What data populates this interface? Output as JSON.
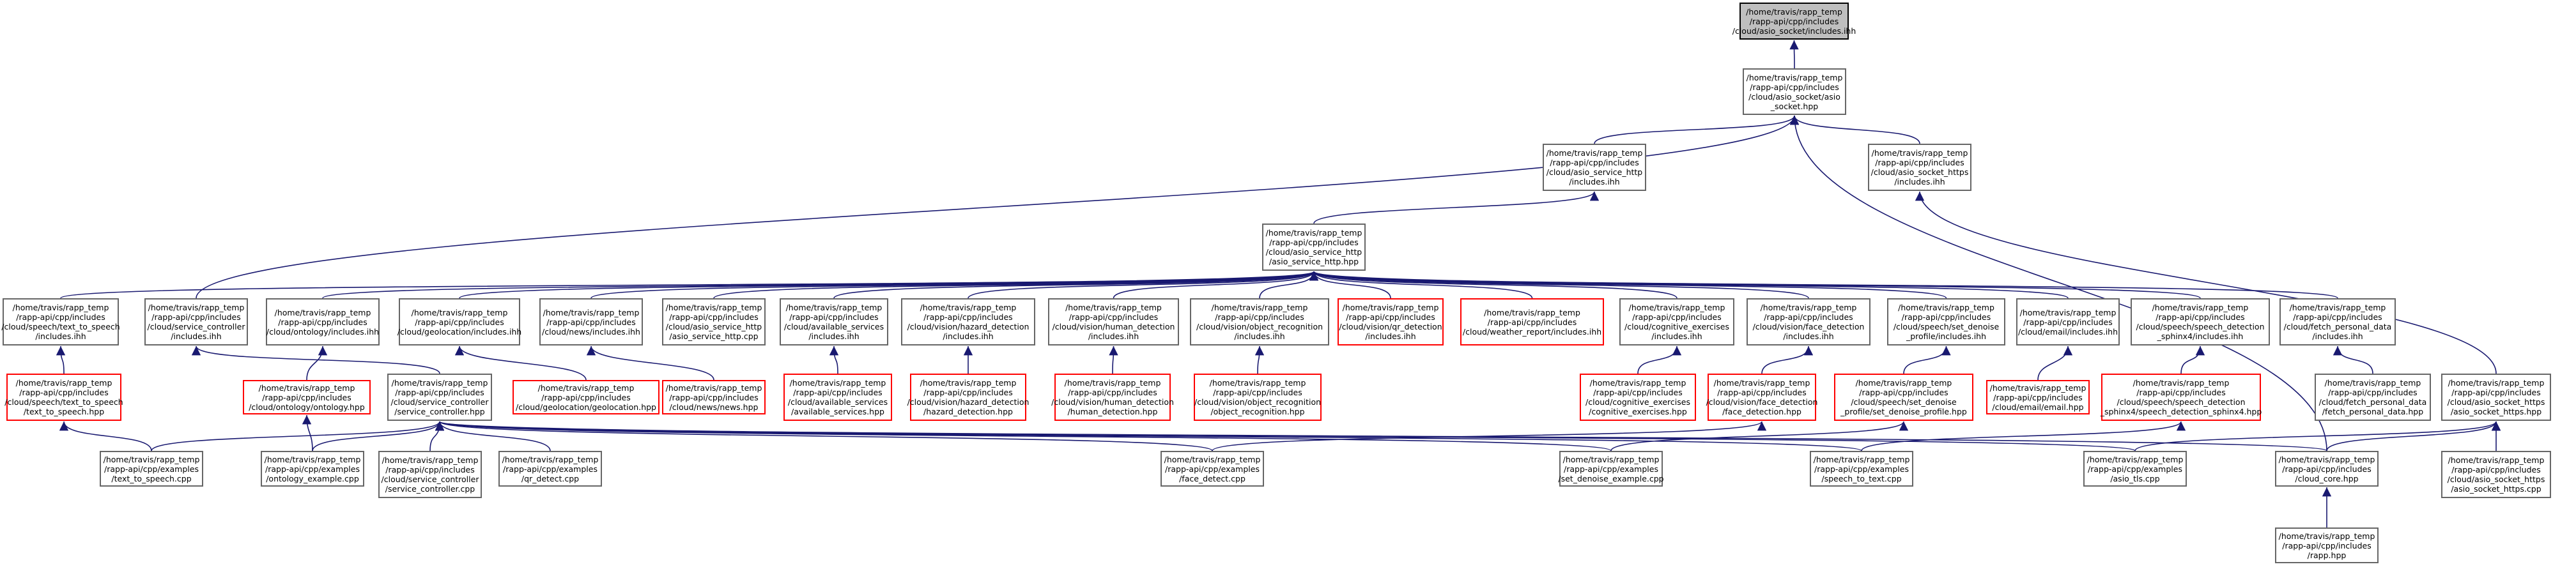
{
  "colors": {
    "edge": "#191970",
    "box_border": "#666666",
    "box_border_red": "#ff0000",
    "root_fill": "#bfbfbf"
  },
  "nodes": {
    "root": "/home/travis/rapp_temp\n/rapp-api/cpp/includes\n/cloud/asio_socket/includes.ihh",
    "asio_socket": "/home/travis/rapp_temp\n/rapp-api/cpp/includes\n/cloud/asio_socket/asio\n_socket.hpp",
    "asio_service_http_inc": "/home/travis/rapp_temp\n/rapp-api/cpp/includes\n/cloud/asio_service_http\n/includes.ihh",
    "asio_socket_https_inc": "/home/travis/rapp_temp\n/rapp-api/cpp/includes\n/cloud/asio_socket_https\n/includes.ihh",
    "asio_service_http": "/home/travis/rapp_temp\n/rapp-api/cpp/includes\n/cloud/asio_service_http\n/asio_service_http.hpp",
    "tts_inc": "/home/travis/rapp_temp\n/rapp-api/cpp/includes\n/cloud/speech/text_to_speech\n/includes.ihh",
    "service_controller_inc": "/home/travis/rapp_temp\n/rapp-api/cpp/includes\n/cloud/service_controller\n/includes.ihh",
    "ontology_inc": "/home/travis/rapp_temp\n/rapp-api/cpp/includes\n/cloud/ontology/includes.ihh",
    "geolocation_inc": "/home/travis/rapp_temp\n/rapp-api/cpp/includes\n/cloud/geolocation/includes.ihh",
    "news_inc": "/home/travis/rapp_temp\n/rapp-api/cpp/includes\n/cloud/news/includes.ihh",
    "asio_service_http_cpp": "/home/travis/rapp_temp\n/rapp-api/cpp/includes\n/cloud/asio_service_http\n/asio_service_http.cpp",
    "available_services_inc": "/home/travis/rapp_temp\n/rapp-api/cpp/includes\n/cloud/available_services\n/includes.ihh",
    "hazard_inc": "/home/travis/rapp_temp\n/rapp-api/cpp/includes\n/cloud/vision/hazard_detection\n/includes.ihh",
    "human_inc": "/home/travis/rapp_temp\n/rapp-api/cpp/includes\n/cloud/vision/human_detection\n/includes.ihh",
    "object_inc": "/home/travis/rapp_temp\n/rapp-api/cpp/includes\n/cloud/vision/object_recognition\n/includes.ihh",
    "qr_inc": "/home/travis/rapp_temp\n/rapp-api/cpp/includes\n/cloud/vision/qr_detection\n/includes.ihh",
    "weather_inc": "/home/travis/rapp_temp\n/rapp-api/cpp/includes\n/cloud/weather_report/includes.ihh",
    "cognitive_inc": "/home/travis/rapp_temp\n/rapp-api/cpp/includes\n/cloud/cognitive_exercises\n/includes.ihh",
    "face_inc": "/home/travis/rapp_temp\n/rapp-api/cpp/includes\n/cloud/vision/face_detection\n/includes.ihh",
    "set_denoise_inc": "/home/travis/rapp_temp\n/rapp-api/cpp/includes\n/cloud/speech/set_denoise\n_profile/includes.ihh",
    "email_inc": "/home/travis/rapp_temp\n/rapp-api/cpp/includes\n/cloud/email/includes.ihh",
    "sphinx4_inc": "/home/travis/rapp_temp\n/rapp-api/cpp/includes\n/cloud/speech/speech_detection\n_sphinx4/includes.ihh",
    "fetch_inc": "/home/travis/rapp_temp\n/rapp-api/cpp/includes\n/cloud/fetch_personal_data\n/includes.ihh",
    "tts_hpp": "/home/travis/rapp_temp\n/rapp-api/cpp/includes\n/cloud/speech/text_to_speech\n/text_to_speech.hpp",
    "ontology_hpp": "/home/travis/rapp_temp\n/rapp-api/cpp/includes\n/cloud/ontology/ontology.hpp",
    "service_controller_hpp": "/home/travis/rapp_temp\n/rapp-api/cpp/includes\n/cloud/service_controller\n/service_controller.hpp",
    "geolocation_hpp": "/home/travis/rapp_temp\n/rapp-api/cpp/includes\n/cloud/geolocation/geolocation.hpp",
    "news_hpp": "/home/travis/rapp_temp\n/rapp-api/cpp/includes\n/cloud/news/news.hpp",
    "available_services_hpp": "/home/travis/rapp_temp\n/rapp-api/cpp/includes\n/cloud/available_services\n/available_services.hpp",
    "hazard_hpp": "/home/travis/rapp_temp\n/rapp-api/cpp/includes\n/cloud/vision/hazard_detection\n/hazard_detection.hpp",
    "human_hpp": "/home/travis/rapp_temp\n/rapp-api/cpp/includes\n/cloud/vision/human_detection\n/human_detection.hpp",
    "object_hpp": "/home/travis/rapp_temp\n/rapp-api/cpp/includes\n/cloud/vision/object_recognition\n/object_recognition.hpp",
    "cognitive_hpp": "/home/travis/rapp_temp\n/rapp-api/cpp/includes\n/cloud/cognitive_exercises\n/cognitive_exercises.hpp",
    "face_hpp": "/home/travis/rapp_temp\n/rapp-api/cpp/includes\n/cloud/vision/face_detection\n/face_detection.hpp",
    "set_denoise_hpp": "/home/travis/rapp_temp\n/rapp-api/cpp/includes\n/cloud/speech/set_denoise\n_profile/set_denoise_profile.hpp",
    "email_hpp": "/home/travis/rapp_temp\n/rapp-api/cpp/includes\n/cloud/email/email.hpp",
    "sphinx4_hpp": "/home/travis/rapp_temp\n/rapp-api/cpp/includes\n/cloud/speech/speech_detection\n_sphinx4/speech_detection_sphinx4.hpp",
    "fetch_hpp": "/home/travis/rapp_temp\n/rapp-api/cpp/includes\n/cloud/fetch_personal_data\n/fetch_personal_data.hpp",
    "asio_socket_https_hpp": "/home/travis/rapp_temp\n/rapp-api/cpp/includes\n/cloud/asio_socket_https\n/asio_socket_https.hpp",
    "tts_example": "/home/travis/rapp_temp\n/rapp-api/cpp/examples\n/text_to_speech.cpp",
    "ontology_example": "/home/travis/rapp_temp\n/rapp-api/cpp/examples\n/ontology_example.cpp",
    "service_controller_cpp": "/home/travis/rapp_temp\n/rapp-api/cpp/includes\n/cloud/service_controller\n/service_controller.cpp",
    "qr_example": "/home/travis/rapp_temp\n/rapp-api/cpp/examples\n/qr_detect.cpp",
    "face_example": "/home/travis/rapp_temp\n/rapp-api/cpp/examples\n/face_detect.cpp",
    "set_denoise_example": "/home/travis/rapp_temp\n/rapp-api/cpp/examples\n/set_denoise_example.cpp",
    "speech_to_text_example": "/home/travis/rapp_temp\n/rapp-api/cpp/examples\n/speech_to_text.cpp",
    "asio_tls_example": "/home/travis/rapp_temp\n/rapp-api/cpp/examples\n/asio_tls.cpp",
    "cloud_core": "/home/travis/rapp_temp\n/rapp-api/cpp/includes\n/cloud_core.hpp",
    "asio_socket_https_cpp": "/home/travis/rapp_temp\n/rapp-api/cpp/includes\n/cloud/asio_socket_https\n/asio_socket_https.cpp",
    "rapp_hpp": "/home/travis/rapp_temp\n/rapp-api/cpp/includes\n/rapp.hpp"
  }
}
